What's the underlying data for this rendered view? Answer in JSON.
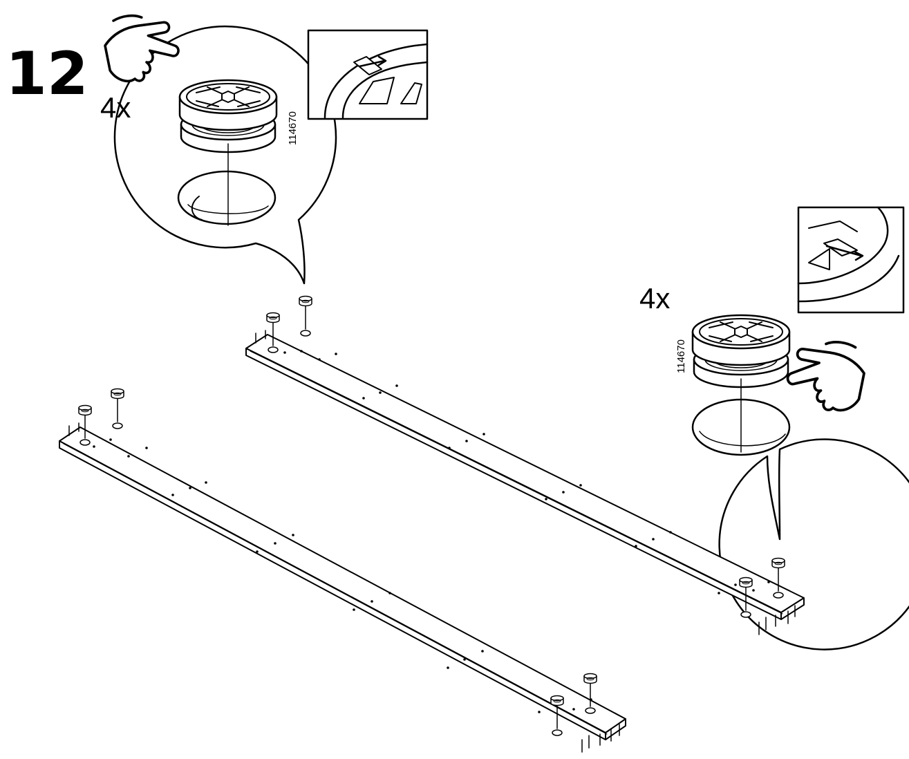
{
  "step": {
    "number": "12"
  },
  "callouts": [
    {
      "quantity": "4x",
      "part_number": "114670"
    },
    {
      "quantity": "4x",
      "part_number": "114670"
    }
  ],
  "icons": [
    "hand-press-icon",
    "hand-press-icon"
  ]
}
